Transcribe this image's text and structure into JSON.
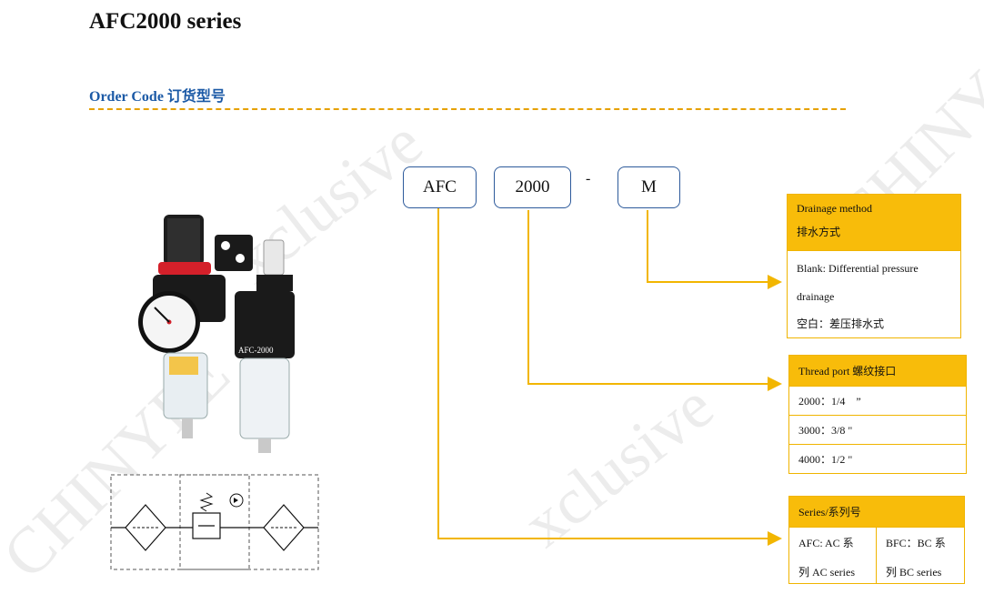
{
  "header": {
    "title": "AFC2000 series",
    "section_title": "Order Code  订货型号"
  },
  "code": {
    "part1": "AFC",
    "part2": "2000",
    "separator": "-",
    "part3": "M"
  },
  "drainage": {
    "header_line1": "Drainage method",
    "header_line2": "排水方式",
    "line1": "Blank: Differential pressure",
    "line2": "drainage",
    "line3": "空白：差压排水式"
  },
  "thread": {
    "header": "Thread port 螺纹接口",
    "rows": [
      "2000：1/4    ”",
      "3000：3/8 \"",
      "4000：1/2 \""
    ]
  },
  "series": {
    "header": "Series/系列号",
    "afc_line1": "AFC: AC 系",
    "afc_line2": "列  AC series",
    "bfc_line1": "BFC：BC 系",
    "bfc_line2": "列  BC series"
  },
  "product": {
    "label": "AFC-2000"
  },
  "colors": {
    "accent_yellow": "#f8bc0a",
    "arrow": "#f2b600",
    "title_blue": "#1c5aa6",
    "box_border": "#2d5a9b"
  }
}
